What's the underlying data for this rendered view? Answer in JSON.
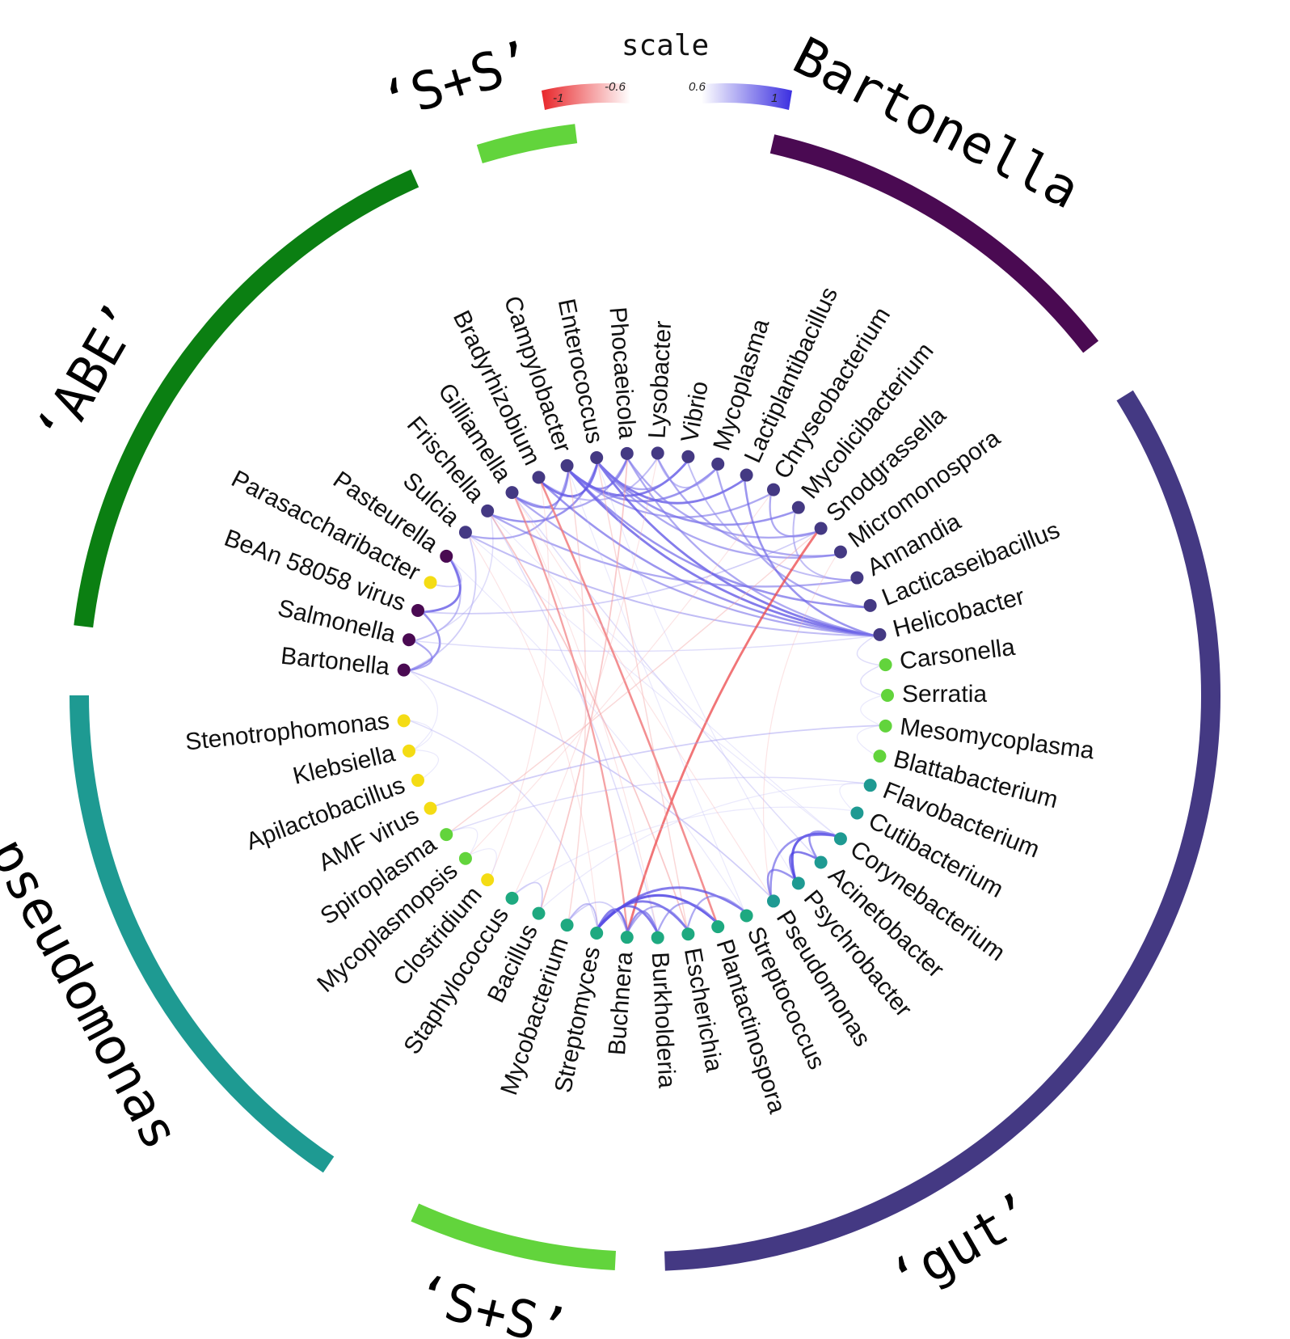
{
  "legend": {
    "title": "scale",
    "ticks": [
      "-1",
      "-0.6",
      "0.6",
      "1"
    ],
    "negative_color": "#e8262a",
    "positive_color": "#3b2fe0"
  },
  "groups": [
    {
      "id": "bartonella",
      "label": "Bartonella",
      "color": "#4a0a52"
    },
    {
      "id": "gut",
      "label": "‘gut’",
      "color": "#443983"
    },
    {
      "id": "ss-bottom",
      "label": "‘S+S’",
      "color": "#62d43c"
    },
    {
      "id": "pseudomonas",
      "label": "pseudomonas",
      "color": "#1e9a92"
    },
    {
      "id": "abe",
      "label": "‘ABE’",
      "color": "#0b7f12"
    },
    {
      "id": "ss-top",
      "label": "‘S+S’",
      "color": "#62d43c"
    }
  ],
  "nodes": [
    {
      "name": "Bartonella",
      "group": "bartonella",
      "color": "#4a0a52"
    },
    {
      "name": "Salmonella",
      "group": "bartonella",
      "color": "#4a0a52"
    },
    {
      "name": "BeAn 58058 virus",
      "group": "bartonella",
      "color": "#4a0a52"
    },
    {
      "name": "Parasaccharibacter",
      "group": "other",
      "color": "#f4dc14"
    },
    {
      "name": "Pasteurella",
      "group": "bartonella",
      "color": "#4a0a52"
    },
    {
      "name": "Sulcia",
      "group": "gut",
      "color": "#443983"
    },
    {
      "name": "Frischella",
      "group": "gut",
      "color": "#443983"
    },
    {
      "name": "Gilliamella",
      "group": "gut",
      "color": "#443983"
    },
    {
      "name": "Bradyrhizobium",
      "group": "gut",
      "color": "#443983"
    },
    {
      "name": "Campylobacter",
      "group": "gut",
      "color": "#443983"
    },
    {
      "name": "Enterococcus",
      "group": "gut",
      "color": "#443983"
    },
    {
      "name": "Phocaeicola",
      "group": "gut",
      "color": "#443983"
    },
    {
      "name": "Lysobacter",
      "group": "gut",
      "color": "#443983"
    },
    {
      "name": "Vibrio",
      "group": "gut",
      "color": "#443983"
    },
    {
      "name": "Mycoplasma",
      "group": "gut",
      "color": "#443983"
    },
    {
      "name": "Lactiplantibacillus",
      "group": "gut",
      "color": "#443983"
    },
    {
      "name": "Chryseobacterium",
      "group": "gut",
      "color": "#443983"
    },
    {
      "name": "Mycolicibacterium",
      "group": "gut",
      "color": "#443983"
    },
    {
      "name": "Snodgrassella",
      "group": "gut",
      "color": "#443983"
    },
    {
      "name": "Micromonospora",
      "group": "gut",
      "color": "#443983"
    },
    {
      "name": "Annandia",
      "group": "gut",
      "color": "#443983"
    },
    {
      "name": "Lacticaseibacillus",
      "group": "gut",
      "color": "#443983"
    },
    {
      "name": "Helicobacter",
      "group": "gut",
      "color": "#443983"
    },
    {
      "name": "Carsonella",
      "group": "ss-bottom",
      "color": "#62d43c"
    },
    {
      "name": "Serratia",
      "group": "ss-bottom",
      "color": "#62d43c"
    },
    {
      "name": "Mesomycoplasma",
      "group": "ss-bottom",
      "color": "#62d43c"
    },
    {
      "name": "Blattabacterium",
      "group": "ss-bottom",
      "color": "#62d43c"
    },
    {
      "name": "Flavobacterium",
      "group": "pseudomonas",
      "color": "#1e9a92"
    },
    {
      "name": "Cutibacterium",
      "group": "pseudomonas",
      "color": "#1e9a92"
    },
    {
      "name": "Corynebacterium",
      "group": "pseudomonas",
      "color": "#1e9a92"
    },
    {
      "name": "Acinetobacter",
      "group": "pseudomonas",
      "color": "#1e9a92"
    },
    {
      "name": "Psychrobacter",
      "group": "pseudomonas",
      "color": "#1e9a92"
    },
    {
      "name": "Pseudomonas",
      "group": "pseudomonas",
      "color": "#1e9a92"
    },
    {
      "name": "Streptococcus",
      "group": "abe",
      "color": "#1ea980"
    },
    {
      "name": "Plantactinospora",
      "group": "abe",
      "color": "#1ea980"
    },
    {
      "name": "Escherichia",
      "group": "abe",
      "color": "#1ea980"
    },
    {
      "name": "Burkholderia",
      "group": "abe",
      "color": "#1ea980"
    },
    {
      "name": "Buchnera",
      "group": "abe",
      "color": "#1ea980"
    },
    {
      "name": "Streptomyces",
      "group": "abe",
      "color": "#1ea980"
    },
    {
      "name": "Mycobacterium",
      "group": "abe",
      "color": "#1ea980"
    },
    {
      "name": "Bacillus",
      "group": "abe",
      "color": "#1ea980"
    },
    {
      "name": "Staphylococcus",
      "group": "abe",
      "color": "#1ea980"
    },
    {
      "name": "Clostridium",
      "group": "other",
      "color": "#f4dc14"
    },
    {
      "name": "Mycoplasmopsis",
      "group": "ss-top",
      "color": "#62d43c"
    },
    {
      "name": "Spiroplasma",
      "group": "ss-top",
      "color": "#62d43c"
    },
    {
      "name": "AMF virus",
      "group": "other",
      "color": "#f4dc14"
    },
    {
      "name": "Apilactobacillus",
      "group": "other",
      "color": "#f4dc14"
    },
    {
      "name": "Klebsiella",
      "group": "other",
      "color": "#f4dc14"
    },
    {
      "name": "Stenotrophomonas",
      "group": "other",
      "color": "#f4dc14"
    }
  ],
  "links": [
    {
      "source": "Bartonella",
      "target": "Salmonella",
      "r": 0.8
    },
    {
      "source": "Bartonella",
      "target": "BeAn 58058 virus",
      "r": 0.85
    },
    {
      "source": "Salmonella",
      "target": "Pasteurella",
      "r": 0.75
    },
    {
      "source": "BeAn 58058 virus",
      "target": "Pasteurella",
      "r": 0.9
    },
    {
      "source": "Parasaccharibacter",
      "target": "Pasteurella",
      "r": 0.7
    },
    {
      "source": "Bartonella",
      "target": "Sulcia",
      "r": 0.7
    },
    {
      "source": "Salmonella",
      "target": "Frischella",
      "r": 0.65
    },
    {
      "source": "Bartonella",
      "target": "Pseudomonas",
      "r": 0.7
    },
    {
      "source": "Salmonella",
      "target": "Helicobacter",
      "r": 0.65
    },
    {
      "source": "BeAn 58058 virus",
      "target": "Snodgrassella",
      "r": 0.7
    },
    {
      "source": "Stenotrophomonas",
      "target": "Streptomyces",
      "r": 0.65
    },
    {
      "source": "Klebsiella",
      "target": "Bartonella",
      "r": 0.6
    },
    {
      "source": "Sulcia",
      "target": "Campylobacter",
      "r": 0.8
    },
    {
      "source": "Frischella",
      "target": "Enterococcus",
      "r": 0.85
    },
    {
      "source": "Gilliamella",
      "target": "Phocaeicola",
      "r": 0.8
    },
    {
      "source": "Bradyrhizobium",
      "target": "Lysobacter",
      "r": 0.75
    },
    {
      "source": "Campylobacter",
      "target": "Vibrio",
      "r": 0.9
    },
    {
      "source": "Campylobacter",
      "target": "Mycoplasma",
      "r": 0.85
    },
    {
      "source": "Campylobacter",
      "target": "Chryseobacterium",
      "r": 0.8
    },
    {
      "source": "Enterococcus",
      "target": "Lactiplantibacillus",
      "r": 0.9
    },
    {
      "source": "Enterococcus",
      "target": "Mycolicibacterium",
      "r": 0.85
    },
    {
      "source": "Phocaeicola",
      "target": "Snodgrassella",
      "r": 0.8
    },
    {
      "source": "Lysobacter",
      "target": "Micromonospora",
      "r": 0.8
    },
    {
      "source": "Vibrio",
      "target": "Annandia",
      "r": 0.75
    },
    {
      "source": "Mycoplasma",
      "target": "Lacticaseibacillus",
      "r": 0.8
    },
    {
      "source": "Lactiplantibacillus",
      "target": "Helicobacter",
      "r": 0.85
    },
    {
      "source": "Campylobacter",
      "target": "Helicobacter",
      "r": 0.9
    },
    {
      "source": "Enterococcus",
      "target": "Helicobacter",
      "r": 0.9
    },
    {
      "source": "Bradyrhizobium",
      "target": "Helicobacter",
      "r": 0.85
    },
    {
      "source": "Gilliamella",
      "target": "Helicobacter",
      "r": 0.8
    },
    {
      "source": "Sulcia",
      "target": "Helicobacter",
      "r": 0.75
    },
    {
      "source": "Frischella",
      "target": "Annandia",
      "r": 0.8
    },
    {
      "source": "Campylobacter",
      "target": "Lacticaseibacillus",
      "r": 0.85
    },
    {
      "source": "Enterococcus",
      "target": "Micromonospora",
      "r": 0.8
    },
    {
      "source": "Phocaeicola",
      "target": "Helicobacter",
      "r": 0.8
    },
    {
      "source": "Gilliamella",
      "target": "Campylobacter",
      "r": 0.85
    },
    {
      "source": "Bradyrhizobium",
      "target": "Enterococcus",
      "r": 0.9
    },
    {
      "source": "Campylobacter",
      "target": "Phocaeicola",
      "r": 0.85
    },
    {
      "source": "Enterococcus",
      "target": "Vibrio",
      "r": 0.8
    },
    {
      "source": "Lysobacter",
      "target": "Mycoplasma",
      "r": 0.75
    },
    {
      "source": "Chryseobacterium",
      "target": "Snodgrassella",
      "r": 0.8
    },
    {
      "source": "Mycolicibacterium",
      "target": "Annandia",
      "r": 0.75
    },
    {
      "source": "Frischella",
      "target": "Burkholderia",
      "r": 0.65
    },
    {
      "source": "Gilliamella",
      "target": "Acinetobacter",
      "r": 0.65
    },
    {
      "source": "Sulcia",
      "target": "Corynebacterium",
      "r": 0.6
    },
    {
      "source": "Campylobacter",
      "target": "Streptococcus",
      "r": 0.6
    },
    {
      "source": "Enterococcus",
      "target": "Psychrobacter",
      "r": 0.6
    },
    {
      "source": "Gilliamella",
      "target": "Buchnera",
      "r": -0.8
    },
    {
      "source": "Bradyrhizobium",
      "target": "Plantactinospora",
      "r": -0.85
    },
    {
      "source": "Frischella",
      "target": "Escherichia",
      "r": -0.7
    },
    {
      "source": "Buchnera",
      "target": "Snodgrassella",
      "r": -0.9
    },
    {
      "source": "Plantactinospora",
      "target": "Bradyrhizobium",
      "r": -0.7
    },
    {
      "source": "Bacillus",
      "target": "Phocaeicola",
      "r": -0.7
    },
    {
      "source": "Mycobacterium",
      "target": "Campylobacter",
      "r": -0.65
    },
    {
      "source": "Staphylococcus",
      "target": "Lysobacter",
      "r": -0.6
    },
    {
      "source": "Escherichia",
      "target": "Enterococcus",
      "r": -0.65
    },
    {
      "source": "Burkholderia",
      "target": "Gilliamella",
      "r": -0.6
    },
    {
      "source": "Clostridium",
      "target": "Bradyrhizobium",
      "r": -0.6
    },
    {
      "source": "Streptomyces",
      "target": "Sulcia",
      "r": -0.6
    },
    {
      "source": "Mycoplasmopsis",
      "target": "Chryseobacterium",
      "r": -0.6
    },
    {
      "source": "Spiroplasma",
      "target": "Snodgrassella",
      "r": -0.65
    },
    {
      "source": "Pseudomonas",
      "target": "Micromonospora",
      "r": -0.6
    },
    {
      "source": "Streptomyces",
      "target": "Buchnera",
      "r": 0.9
    },
    {
      "source": "Streptomyces",
      "target": "Burkholderia",
      "r": 0.9
    },
    {
      "source": "Streptomyces",
      "target": "Escherichia",
      "r": 0.9
    },
    {
      "source": "Streptomyces",
      "target": "Plantactinospora",
      "r": 0.95
    },
    {
      "source": "Streptomyces",
      "target": "Streptococcus",
      "r": 0.9
    },
    {
      "source": "Buchnera",
      "target": "Burkholderia",
      "r": 0.85
    },
    {
      "source": "Buchnera",
      "target": "Escherichia",
      "r": 0.8
    },
    {
      "source": "Burkholderia",
      "target": "Plantactinospora",
      "r": 0.8
    },
    {
      "source": "Escherichia",
      "target": "Streptococcus",
      "r": 0.8
    },
    {
      "source": "Mycobacterium",
      "target": "Streptomyces",
      "r": 0.75
    },
    {
      "source": "Bacillus",
      "target": "Staphylococcus",
      "r": 0.7
    },
    {
      "source": "Mycobacterium",
      "target": "Buchnera",
      "r": 0.7
    },
    {
      "source": "Pseudomonas",
      "target": "Psychrobacter",
      "r": 0.85
    },
    {
      "source": "Psychrobacter",
      "target": "Acinetobacter",
      "r": 0.9
    },
    {
      "source": "Psychrobacter",
      "target": "Corynebacterium",
      "r": 0.95
    },
    {
      "source": "Pseudomonas",
      "target": "Corynebacterium",
      "r": 0.85
    },
    {
      "source": "Acinetobacter",
      "target": "Corynebacterium",
      "r": 0.85
    },
    {
      "source": "Cutibacterium",
      "target": "Flavobacterium",
      "r": 0.6
    },
    {
      "source": "Clostridium",
      "target": "Mycoplasmopsis",
      "r": 0.6
    },
    {
      "source": "Mycoplasmopsis",
      "target": "Spiroplasma",
      "r": 0.6
    },
    {
      "source": "Spiroplasma",
      "target": "Flavobacterium",
      "r": 0.65
    },
    {
      "source": "AMF virus",
      "target": "Mesomycoplasma",
      "r": 0.7
    },
    {
      "source": "Apilactobacillus",
      "target": "Klebsiella",
      "r": 0.6
    },
    {
      "source": "Klebsiella",
      "target": "Stenotrophomonas",
      "r": 0.6
    },
    {
      "source": "Serratia",
      "target": "Carsonella",
      "r": 0.65
    },
    {
      "source": "Blattabacterium",
      "target": "Mesomycoplasma",
      "r": 0.6
    },
    {
      "source": "Mesomycoplasma",
      "target": "Serratia",
      "r": 0.6
    },
    {
      "source": "Bacillus",
      "target": "Flavobacterium",
      "r": 0.6
    },
    {
      "source": "Staphylococcus",
      "target": "Cutibacterium",
      "r": 0.6
    },
    {
      "source": "Streptococcus",
      "target": "Pasteurella",
      "r": 0.6
    },
    {
      "source": "Carsonella",
      "target": "Helicobacter",
      "r": 0.65
    },
    {
      "source": "Pseudomonas",
      "target": "Gilliamella",
      "r": -0.6
    },
    {
      "source": "Corynebacterium",
      "target": "Frischella",
      "r": 0.6
    }
  ]
}
